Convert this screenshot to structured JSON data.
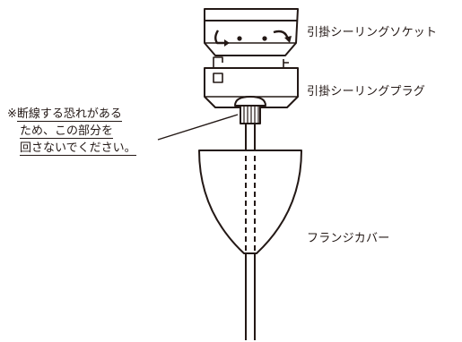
{
  "labels": {
    "socket": "引掛シーリングソケット",
    "plug": "引掛シーリングプラグ",
    "flange_cover": "フランジカバー"
  },
  "caution": {
    "mark": "※",
    "line1": "断線する恐れがある",
    "line2": "ため、この部分を",
    "line3": "回さないでください。"
  },
  "colors": {
    "line": "#231815",
    "fill": "#ffffff"
  }
}
